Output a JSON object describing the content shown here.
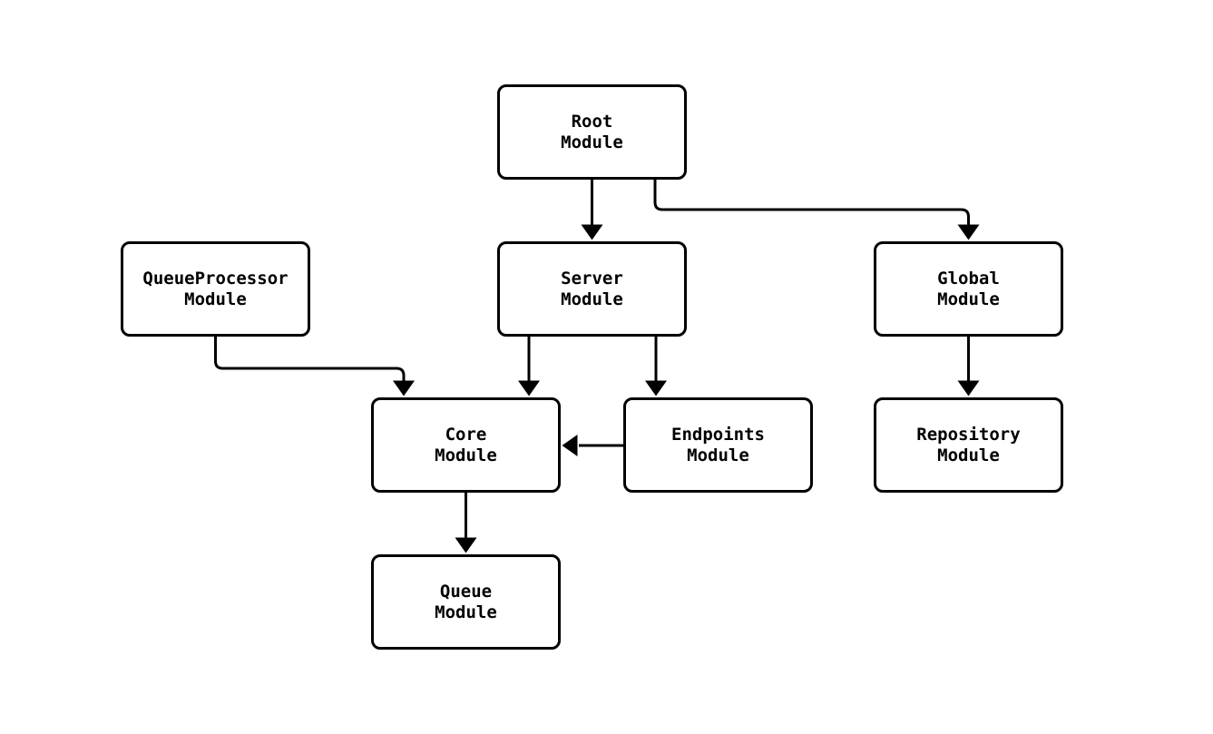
{
  "colors": {
    "stroke": "#000000",
    "box_fill": "#ffffff",
    "background": "#ffffff"
  },
  "diagram": {
    "type": "flowchart-module-dependency",
    "nodes": [
      {
        "id": "root",
        "line1": "Root",
        "line2": "Module"
      },
      {
        "id": "queueprocessor",
        "line1": "QueueProcessor",
        "line2": "Module"
      },
      {
        "id": "server",
        "line1": "Server",
        "line2": "Module"
      },
      {
        "id": "global",
        "line1": "Global",
        "line2": "Module"
      },
      {
        "id": "core",
        "line1": "Core",
        "line2": "Module"
      },
      {
        "id": "endpoints",
        "line1": "Endpoints",
        "line2": "Module"
      },
      {
        "id": "repository",
        "line1": "Repository",
        "line2": "Module"
      },
      {
        "id": "queue",
        "line1": "Queue",
        "line2": "Module"
      }
    ],
    "edges": [
      {
        "from": "root",
        "to": "server"
      },
      {
        "from": "root",
        "to": "global"
      },
      {
        "from": "queueprocessor",
        "to": "core"
      },
      {
        "from": "server",
        "to": "core"
      },
      {
        "from": "server",
        "to": "endpoints"
      },
      {
        "from": "global",
        "to": "repository"
      },
      {
        "from": "endpoints",
        "to": "core"
      },
      {
        "from": "core",
        "to": "queue"
      }
    ]
  }
}
